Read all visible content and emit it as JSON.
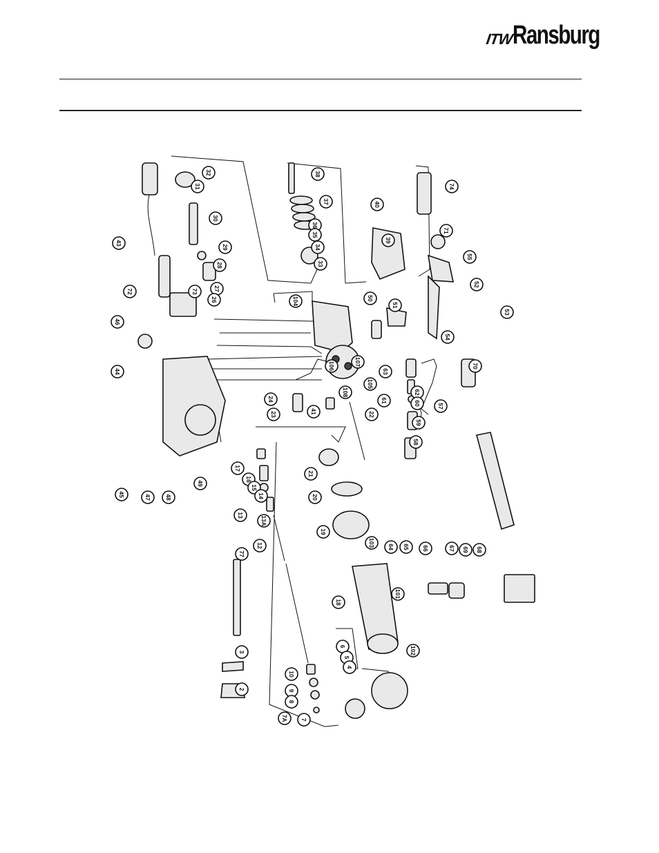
{
  "header": {
    "brand_prefix": "ITW",
    "brand_name": "Ransburg"
  },
  "diagram": {
    "callouts": [
      "32",
      "31",
      "30",
      "29",
      "28",
      "27",
      "26",
      "38",
      "37",
      "36",
      "35",
      "34",
      "33",
      "40",
      "39",
      "74",
      "71",
      "70",
      "55",
      "52",
      "53",
      "54",
      "43",
      "72",
      "73",
      "46",
      "44",
      "45",
      "47",
      "48",
      "49",
      "104",
      "50",
      "51",
      "107",
      "106",
      "105",
      "108",
      "63",
      "62",
      "61",
      "60",
      "59",
      "58",
      "57",
      "24",
      "23",
      "41",
      "22",
      "17",
      "16",
      "15",
      "14",
      "13",
      "13A",
      "12",
      "21",
      "20",
      "19",
      "103",
      "18",
      "102",
      "64",
      "65",
      "101",
      "66",
      "67",
      "69",
      "68",
      "77",
      "3",
      "2",
      "10",
      "9",
      "8",
      "7A",
      "7",
      "6",
      "5",
      "4"
    ]
  }
}
